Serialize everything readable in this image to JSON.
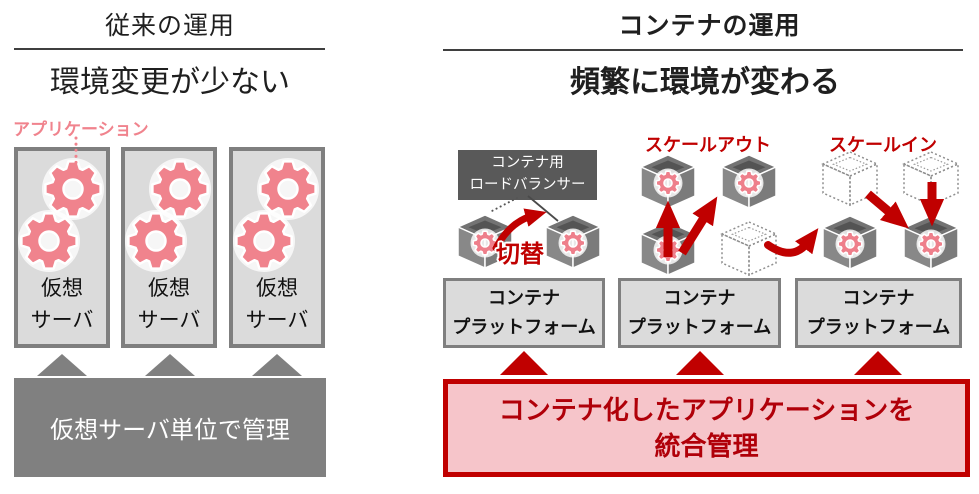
{
  "left": {
    "title": "従来の運用",
    "subtitle": "環境変更が少ない",
    "app_label": "アプリケーション",
    "vm_boxes": [
      {
        "label_line1": "仮想",
        "label_line2": "サーバ"
      },
      {
        "label_line1": "仮想",
        "label_line2": "サーバ"
      },
      {
        "label_line1": "仮想",
        "label_line2": "サーバ"
      }
    ],
    "bottom_bar": "仮想サーバ単位で管理"
  },
  "right": {
    "title": "コンテナの運用",
    "subtitle": "頻繁に環境が変わる",
    "load_balancer": {
      "line1": "コンテナ用",
      "line2": "ロードバランサー"
    },
    "switch_label": "切替",
    "scale_out_label": "スケールアウト",
    "scale_in_label": "スケールイン",
    "platforms": [
      {
        "line1": "コンテナ",
        "line2": "プラットフォーム"
      },
      {
        "line1": "コンテナ",
        "line2": "プラットフォーム"
      },
      {
        "line1": "コンテナ",
        "line2": "プラットフォーム"
      }
    ],
    "bottom_box": {
      "line1": "コンテナ化したアプリケーションを",
      "line2": "統合管理"
    }
  },
  "icons": {
    "gear-icon": "⚙",
    "container-icon": "isometric open box with gear",
    "container-dotted-icon": "dotted outline isometric box",
    "triangle-up-icon": "▲",
    "arrow-icon": "➜"
  },
  "colors": {
    "accent_red": "#C00000",
    "dark_red_text": "#B00009",
    "gear_pink": "#F0838D",
    "pink_fill": "#F6C5CA",
    "box_fill_gray": "#DBDBDB",
    "box_border_gray": "#7F7F7F",
    "bar_gray": "#808080",
    "lb_dark_gray": "#595959"
  }
}
